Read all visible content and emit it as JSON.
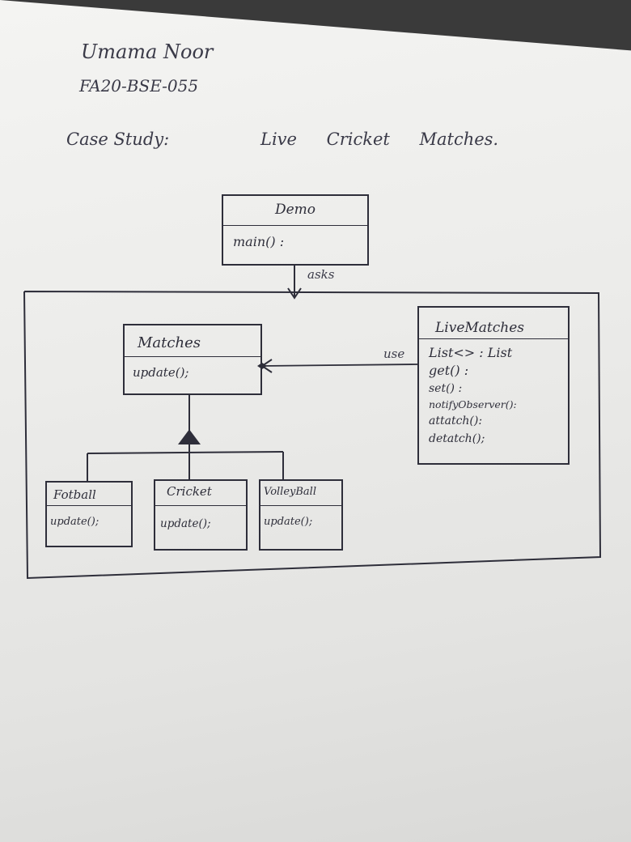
{
  "header": {
    "name": "Umama Noor",
    "roll_no": "FA20-BSE-055",
    "case_label": "Case Study:",
    "case_title": "Live Cricket Matches."
  },
  "diagram": {
    "demo": {
      "name": "Demo",
      "ops": [
        "main() :"
      ]
    },
    "asks_label": "asks",
    "matches": {
      "name": "Matches",
      "ops": [
        "update();"
      ]
    },
    "use_label": "use",
    "live_matches": {
      "name": "LiveMatches",
      "ops": [
        "List<> : List",
        "get() :",
        "set() :",
        "notifyObserver():",
        "attatch():",
        "detatch();"
      ]
    },
    "football": {
      "name": "Fotball",
      "ops": [
        "update();"
      ]
    },
    "cricket": {
      "name": "Cricket",
      "ops": [
        "update();"
      ]
    },
    "volleyball": {
      "name": "VolleyBall",
      "ops": [
        "update();"
      ]
    }
  }
}
